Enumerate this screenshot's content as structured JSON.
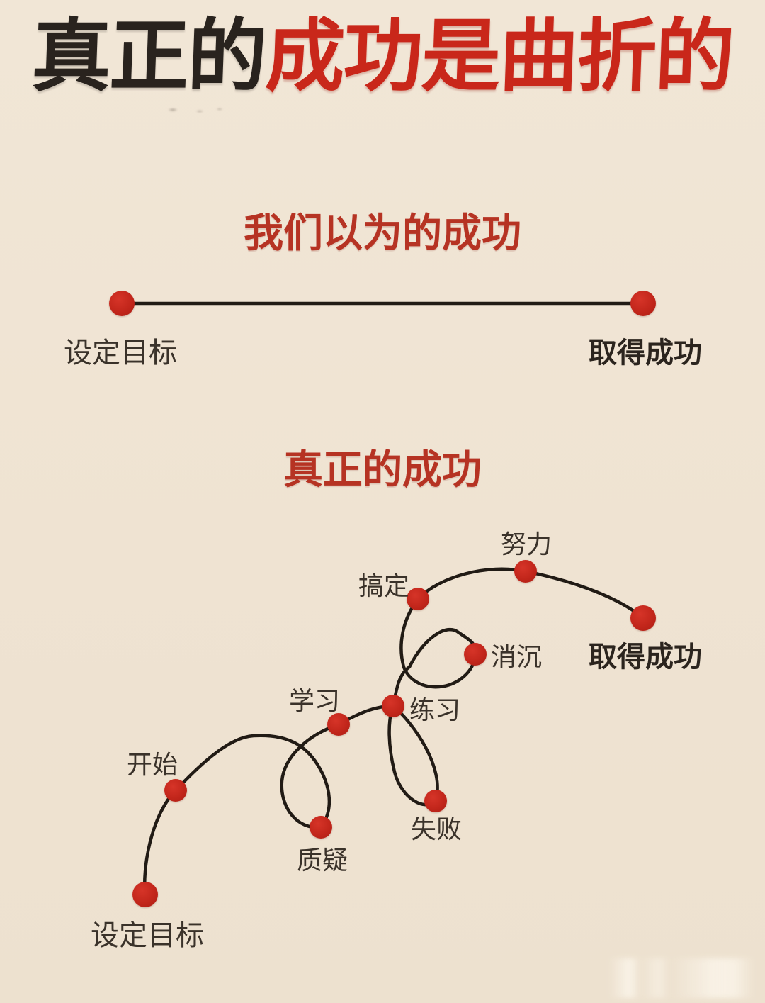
{
  "title": {
    "black_part": "真正的",
    "red_part": "成功是曲折的"
  },
  "expected_section": {
    "heading": "我们以为的成功",
    "start_label": "设定目标",
    "end_label": "取得成功"
  },
  "real_section": {
    "heading": "真正的成功",
    "nodes": [
      {
        "label": "设定目标"
      },
      {
        "label": "开始"
      },
      {
        "label": "质疑"
      },
      {
        "label": "学习"
      },
      {
        "label": "练习"
      },
      {
        "label": "失败"
      },
      {
        "label": "消沉"
      },
      {
        "label": "搞定"
      },
      {
        "label": "努力"
      },
      {
        "label": "取得成功"
      }
    ]
  },
  "colors": {
    "background": "#efe3d2",
    "title_black": "#29231e",
    "title_red": "#c9271a",
    "heading_red": "#b63323",
    "dot_red": "#c2261b",
    "path_black": "#211b15",
    "label_dark": "#3a322a"
  }
}
